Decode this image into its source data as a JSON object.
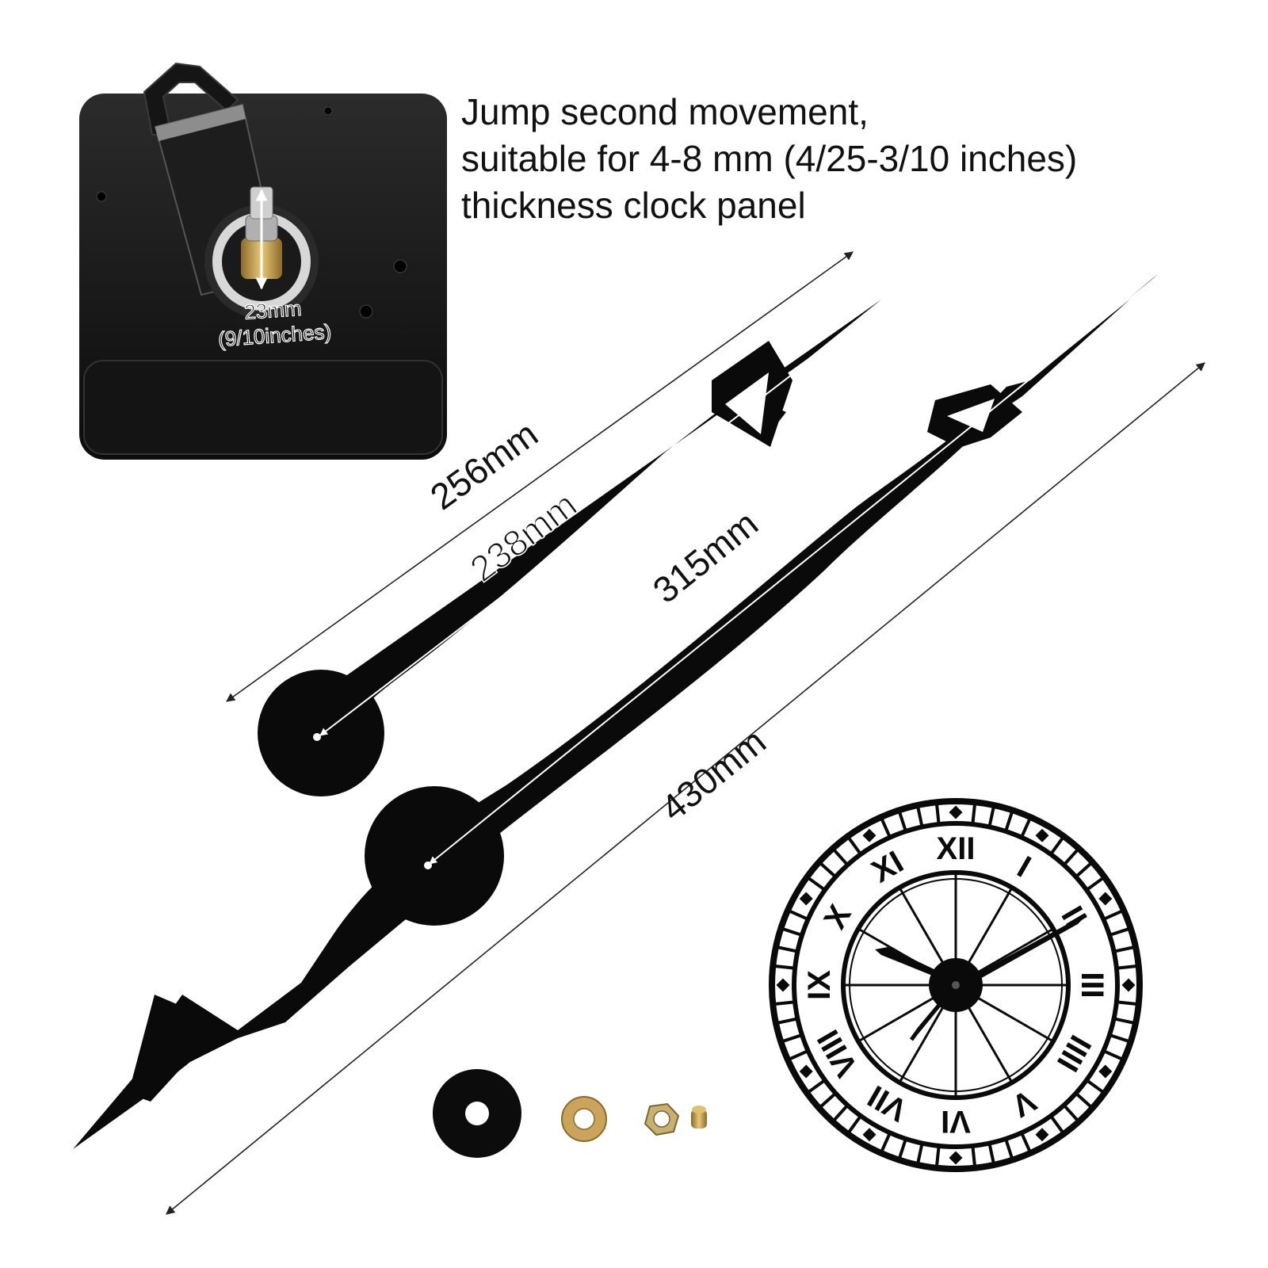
{
  "description": {
    "line1": "Jump second movement,",
    "line2": "suitable for 4-8 mm (4/25-3/10 inches)",
    "line3": "thickness clock panel"
  },
  "movement": {
    "shaft_length": "23mm",
    "shaft_length_inches": "(9/10inches)"
  },
  "measurements": {
    "hour_hand_total": "256mm",
    "hour_hand_radius": "238mm",
    "minute_hand_radius": "315mm",
    "minute_hand_total": "430mm"
  },
  "clock_face": {
    "numerals": [
      "XII",
      "I",
      "II",
      "III",
      "IIII",
      "V",
      "VI",
      "VII",
      "VIII",
      "IX",
      "X",
      "XI"
    ]
  },
  "colors": {
    "hands": "#0a0a0a",
    "brass": "#c9a45a",
    "dimension_line": "#222222"
  }
}
